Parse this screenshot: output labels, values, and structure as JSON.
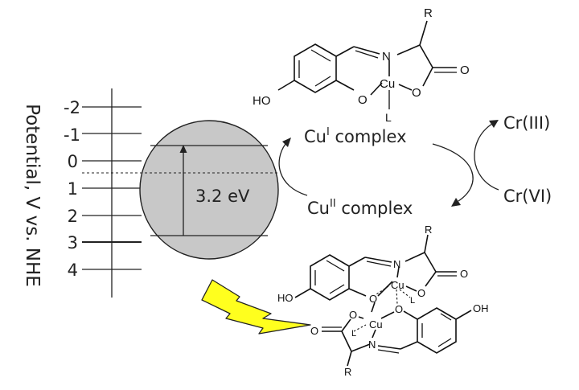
{
  "axis": {
    "label": "Potential, V vs. NHE",
    "ticks": [
      "-2",
      "-1",
      "0",
      "1",
      "2",
      "3",
      "4"
    ]
  },
  "band_gap": {
    "label": "3.2 eV"
  },
  "cycle": {
    "cu1": {
      "base": "Cu",
      "sup": "I",
      "rest": " complex"
    },
    "cu2": {
      "base": "Cu",
      "sup": "II",
      "rest": " complex"
    },
    "cr3": "Cr(III)",
    "cr6": "Cr(VI)"
  },
  "mono_complex": {
    "atoms": {
      "r": "R",
      "n": "N",
      "cu": "Cu",
      "o_ring": "O",
      "o_ester": "O",
      "o_carbonyl": "O",
      "l": "L",
      "ho": "HO"
    }
  },
  "dimer_complex": {
    "top": {
      "r": "R",
      "n": "N",
      "cu": "Cu",
      "o_phen": "O",
      "o_ester": "O",
      "o_carbonyl": "O",
      "l": "L",
      "ho": "HO"
    },
    "bottom": {
      "r": "R",
      "n": "N",
      "cu": "Cu",
      "o_phen": "O",
      "o_ester": "O",
      "o_carbonyl": "O",
      "l": "L",
      "oh": "OH"
    }
  },
  "colors": {
    "semiconductor_fill": "#c8c8c8",
    "lightning_fill": "#ffff1e",
    "line": "#222222"
  }
}
